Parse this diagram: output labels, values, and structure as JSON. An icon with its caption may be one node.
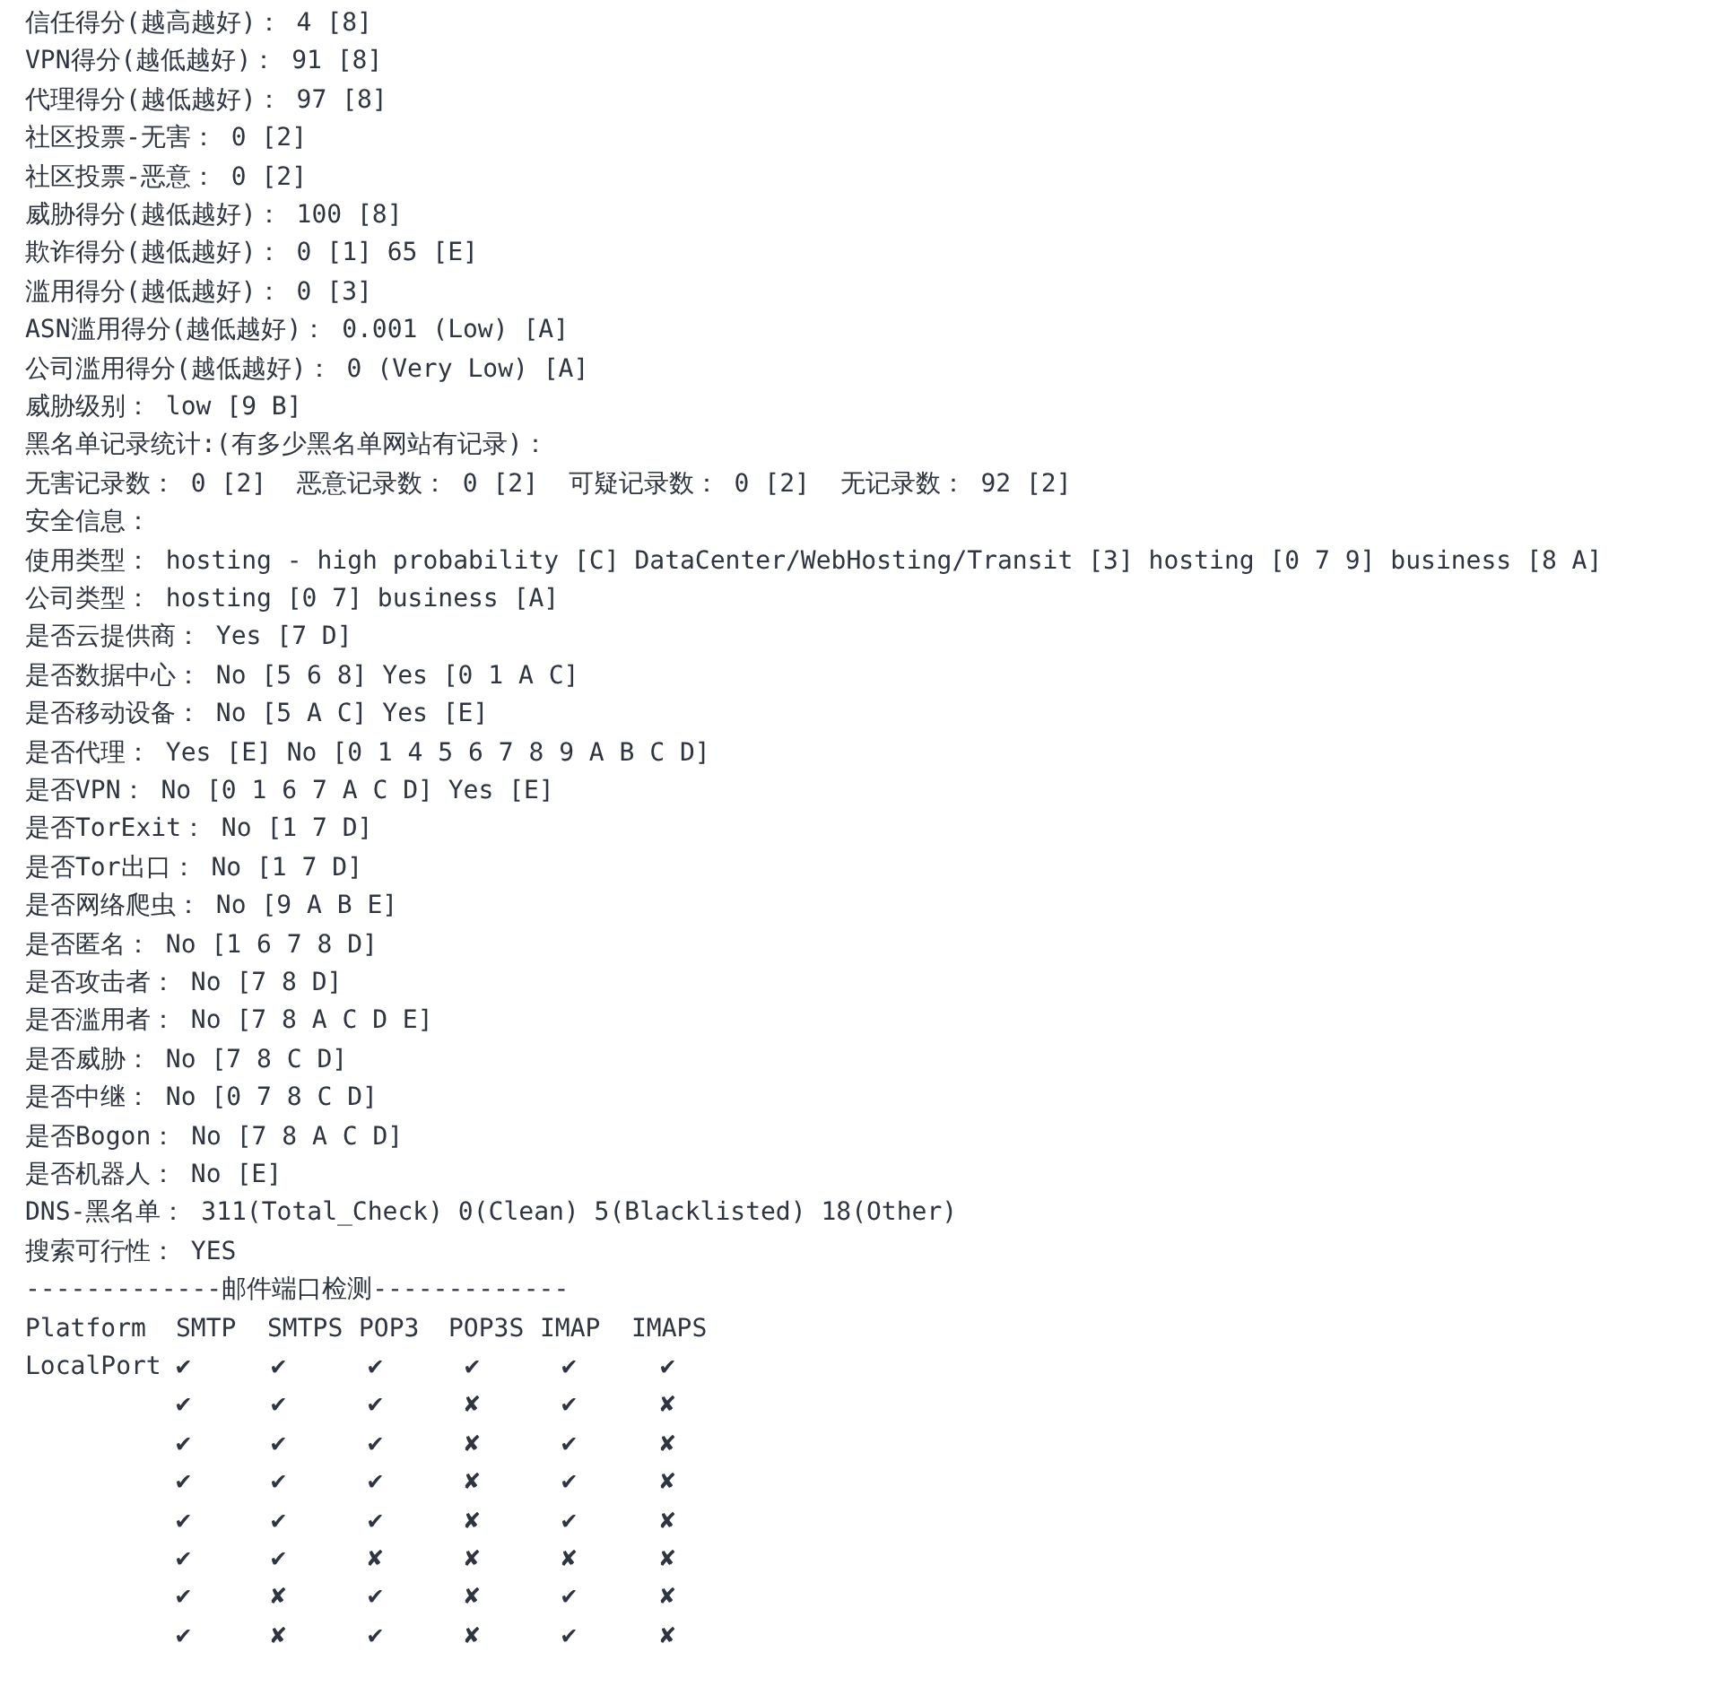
{
  "diagram": {
    "labels": [
      "信任得分(越高越好)： 4 [8]",
      "VPN得分(越低越好)： 91 [8]",
      "代理得分(越低越好)： 97 [8]",
      "社区投票-无害： 0 [2]",
      "社区投票-恶意： 0 [2]",
      "威胁得分(越低越好)： 100 [8]",
      "欺诈得分(越低越好)： 0 [1] 65 [E]",
      "滥用得分(越低越好)： 0 [3]",
      "ASN滥用得分(越低越好)： 0.001 (Low) [A]",
      "公司滥用得分(越低越好)： 0 (Very Low) [A]",
      "威胁级别： low [9 B]",
      "黑名单记录统计:(有多少黑名单网站有记录)：",
      "无害记录数： 0 [2]  恶意记录数： 0 [2]  可疑记录数： 0 [2]  无记录数： 92 [2]",
      "安全信息：",
      "使用类型： hosting - high probability [C] DataCenter/WebHosting/Transit [3] hosting [0 7 9] business [8 A]",
      "公司类型： hosting [0 7] business [A]",
      "是否云提供商： Yes [7 D]",
      "是否数据中心： No [5 6 8] Yes [0 1 A C]",
      "是否移动设备： No [5 A C] Yes [E]",
      "是否代理： Yes [E] No [0 1 4 5 6 7 8 9 A B C D]",
      "是否VPN： No [0 1 6 7 A C D] Yes [E]",
      "是否TorExit： No [1 7 D]",
      "是否Tor出口： No [1 7 D]",
      "是否网络爬虫： No [9 A B E]",
      "是否匿名： No [1 6 7 8 D]",
      "是否攻击者： No [7 8 D]",
      "是否滥用者： No [7 8 A C D E]",
      "是否威胁： No [7 8 C D]",
      "是否中继： No [0 7 8 C D]",
      "是否Bogon： No [7 8 A C D]",
      "是否机器人： No [E]",
      "DNS-黑名单： 311(Total_Check) 0(Clean) 5(Blacklisted) 18(Other)",
      "搜索可行性： YES",
      "-------------邮件端口检测-------------",
      "Platform",
      "SMTP",
      "SMTPS",
      "POP3",
      "POP3S",
      "IMAP",
      "IMAPS",
      "LocalPort",
      "✔",
      "✔",
      "✔",
      "✔",
      "✔",
      "✔",
      "✔",
      "✔",
      "✔",
      "✘",
      "✔",
      "✘",
      "✔",
      "✔",
      "✔",
      "✘",
      "✔",
      "✘",
      "✔",
      "✔",
      "✔",
      "✘",
      "✔",
      "✘",
      "✔",
      "✔",
      "✔",
      "✘",
      "✔",
      "✘",
      "✔",
      "✔",
      "✘",
      "✘",
      "✘",
      "✘",
      "✔",
      "✘",
      "✔",
      "✘",
      "✔",
      "✘",
      "✔",
      "✘",
      "✔",
      "✘",
      "✔",
      "✘"
    ]
  }
}
